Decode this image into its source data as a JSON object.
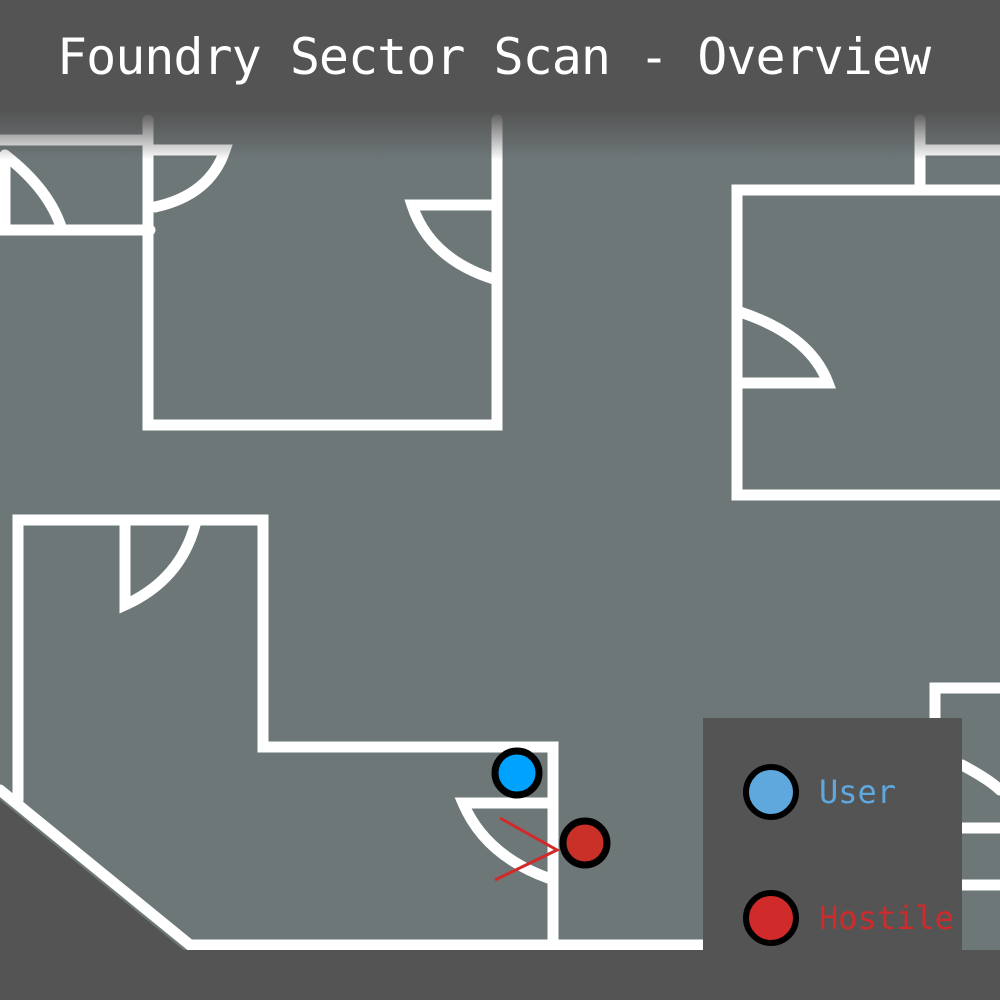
{
  "header": {
    "title": "Foundry Sector Scan - Overview"
  },
  "legend": {
    "items": [
      {
        "label": "User",
        "color": "#5fa8de"
      },
      {
        "label": "Hostile",
        "color": "#d02a2a"
      }
    ]
  },
  "markers": {
    "user": {
      "color": "#00a2ff"
    },
    "hostile": {
      "color": "#c93028"
    }
  }
}
